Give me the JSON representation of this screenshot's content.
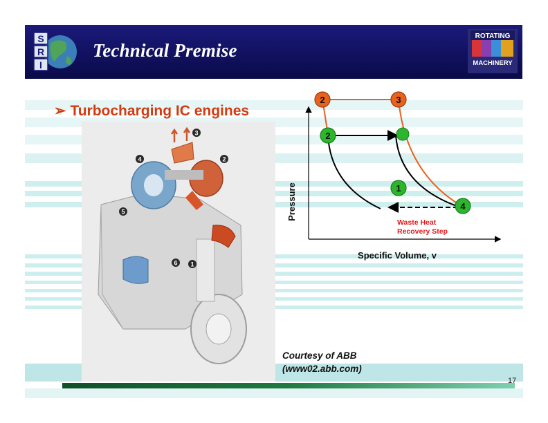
{
  "header": {
    "title": "Technical Premise"
  },
  "logos": {
    "left": {
      "letters": [
        "S",
        "R",
        "I"
      ]
    },
    "right": {
      "line1": "ROTATING",
      "line2": "MACHINERY"
    }
  },
  "bullet": {
    "marker": "➢",
    "text": "Turbocharging IC engines"
  },
  "engine_diagram": {
    "callouts": [
      "1",
      "2",
      "3",
      "4",
      "5",
      "6"
    ]
  },
  "pv_chart": {
    "ylabel": "Pressure",
    "xlabel": "Specific Volume, v",
    "states": {
      "orange": [
        "2",
        "3"
      ],
      "green": [
        "2",
        "1",
        "4"
      ]
    },
    "annotation": [
      "Waste Heat",
      "Recovery Step"
    ]
  },
  "courtesy": {
    "line1": "Courtesy of ABB",
    "line2": "(www02.abb.com)"
  },
  "page_number": "17",
  "colors": {
    "header_bg": "#14136b",
    "bullet": "#d33a10",
    "orange_cycle": "#e8621c",
    "green_state": "#2db52d",
    "stripe": "#bfe6e6",
    "annotation": "#e01a1a"
  }
}
